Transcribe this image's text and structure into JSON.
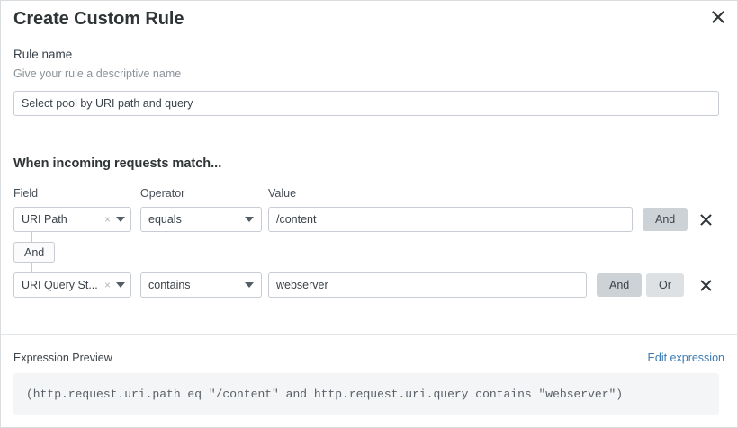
{
  "dialog": {
    "title": "Create Custom Rule",
    "close_icon": "close-icon"
  },
  "rule_name": {
    "label": "Rule name",
    "help": "Give your rule a descriptive name",
    "value": "Select pool by URI path and query",
    "placeholder": "Rule name"
  },
  "match": {
    "heading": "When incoming requests match...",
    "columns": {
      "field": "Field",
      "operator": "Operator",
      "value": "Value"
    },
    "connector_label": "And",
    "rows": [
      {
        "field": "URI Path",
        "clear_icon": "×",
        "operator": "equals",
        "value": "/content",
        "and_label": "And",
        "delete_icon": "close-icon"
      },
      {
        "field": "URI Query St...",
        "clear_icon": "×",
        "operator": "contains",
        "value": "webserver",
        "and_label": "And",
        "or_label": "Or",
        "delete_icon": "close-icon"
      }
    ]
  },
  "expression": {
    "label": "Expression Preview",
    "edit_link": "Edit expression",
    "code": "(http.request.uri.path eq \"/content\" and http.request.uri.query contains \"webserver\")"
  },
  "colors": {
    "accent_link": "#3b7cb5",
    "button_and": "#cdd2d6",
    "button_or": "#dde1e4",
    "border": "#c6ccd1",
    "code_bg": "#f4f5f6"
  }
}
